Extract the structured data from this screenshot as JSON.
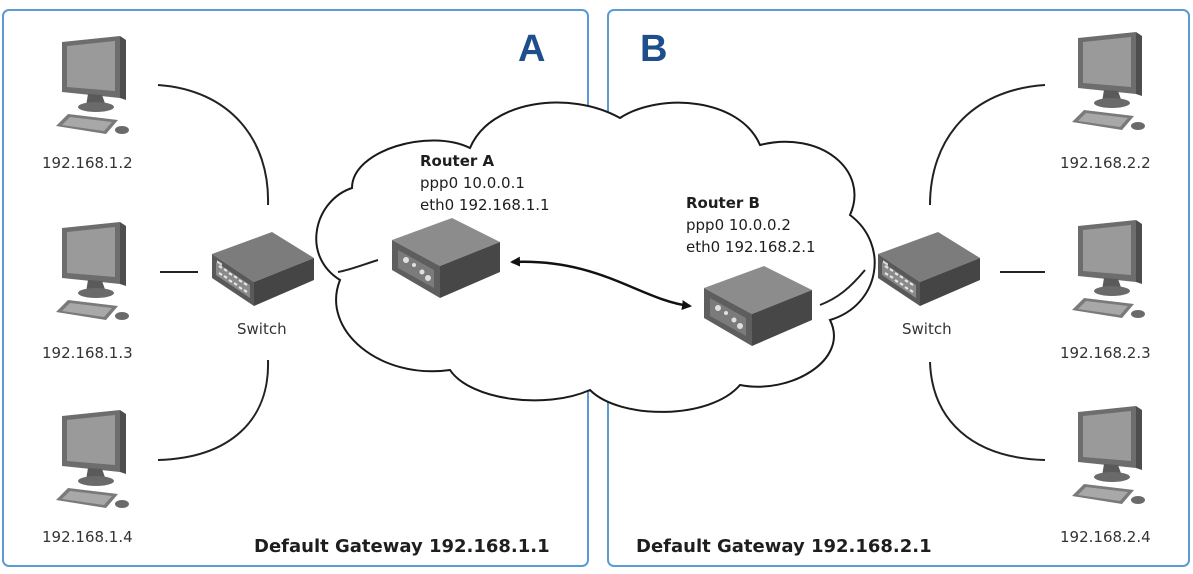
{
  "colors": {
    "frame": "#5b9bd5",
    "letter": "#1f4e8c",
    "device_dark": "#6b6b6b",
    "device_light": "#b5b5b5",
    "line": "#222222"
  },
  "site_a": {
    "letter": "A",
    "gateway": "Default Gateway 192.168.1.1",
    "switch_label": "Switch",
    "hosts": [
      "192.168.1.2",
      "192.168.1.3",
      "192.168.1.4"
    ],
    "router": {
      "name": "Router A",
      "ppp": "ppp0 10.0.0.1",
      "eth": "eth0 192.168.1.1"
    }
  },
  "site_b": {
    "letter": "B",
    "gateway": "Default Gateway 192.168.2.1",
    "switch_label": "Switch",
    "hosts": [
      "192.168.2.2",
      "192.168.2.3",
      "192.168.2.4"
    ],
    "router": {
      "name": "Router B",
      "ppp": "ppp0 10.0.0.2",
      "eth": "eth0 192.168.2.1"
    }
  },
  "icons": [
    "computer-icon",
    "switch-icon",
    "router-icon",
    "cloud-icon"
  ]
}
